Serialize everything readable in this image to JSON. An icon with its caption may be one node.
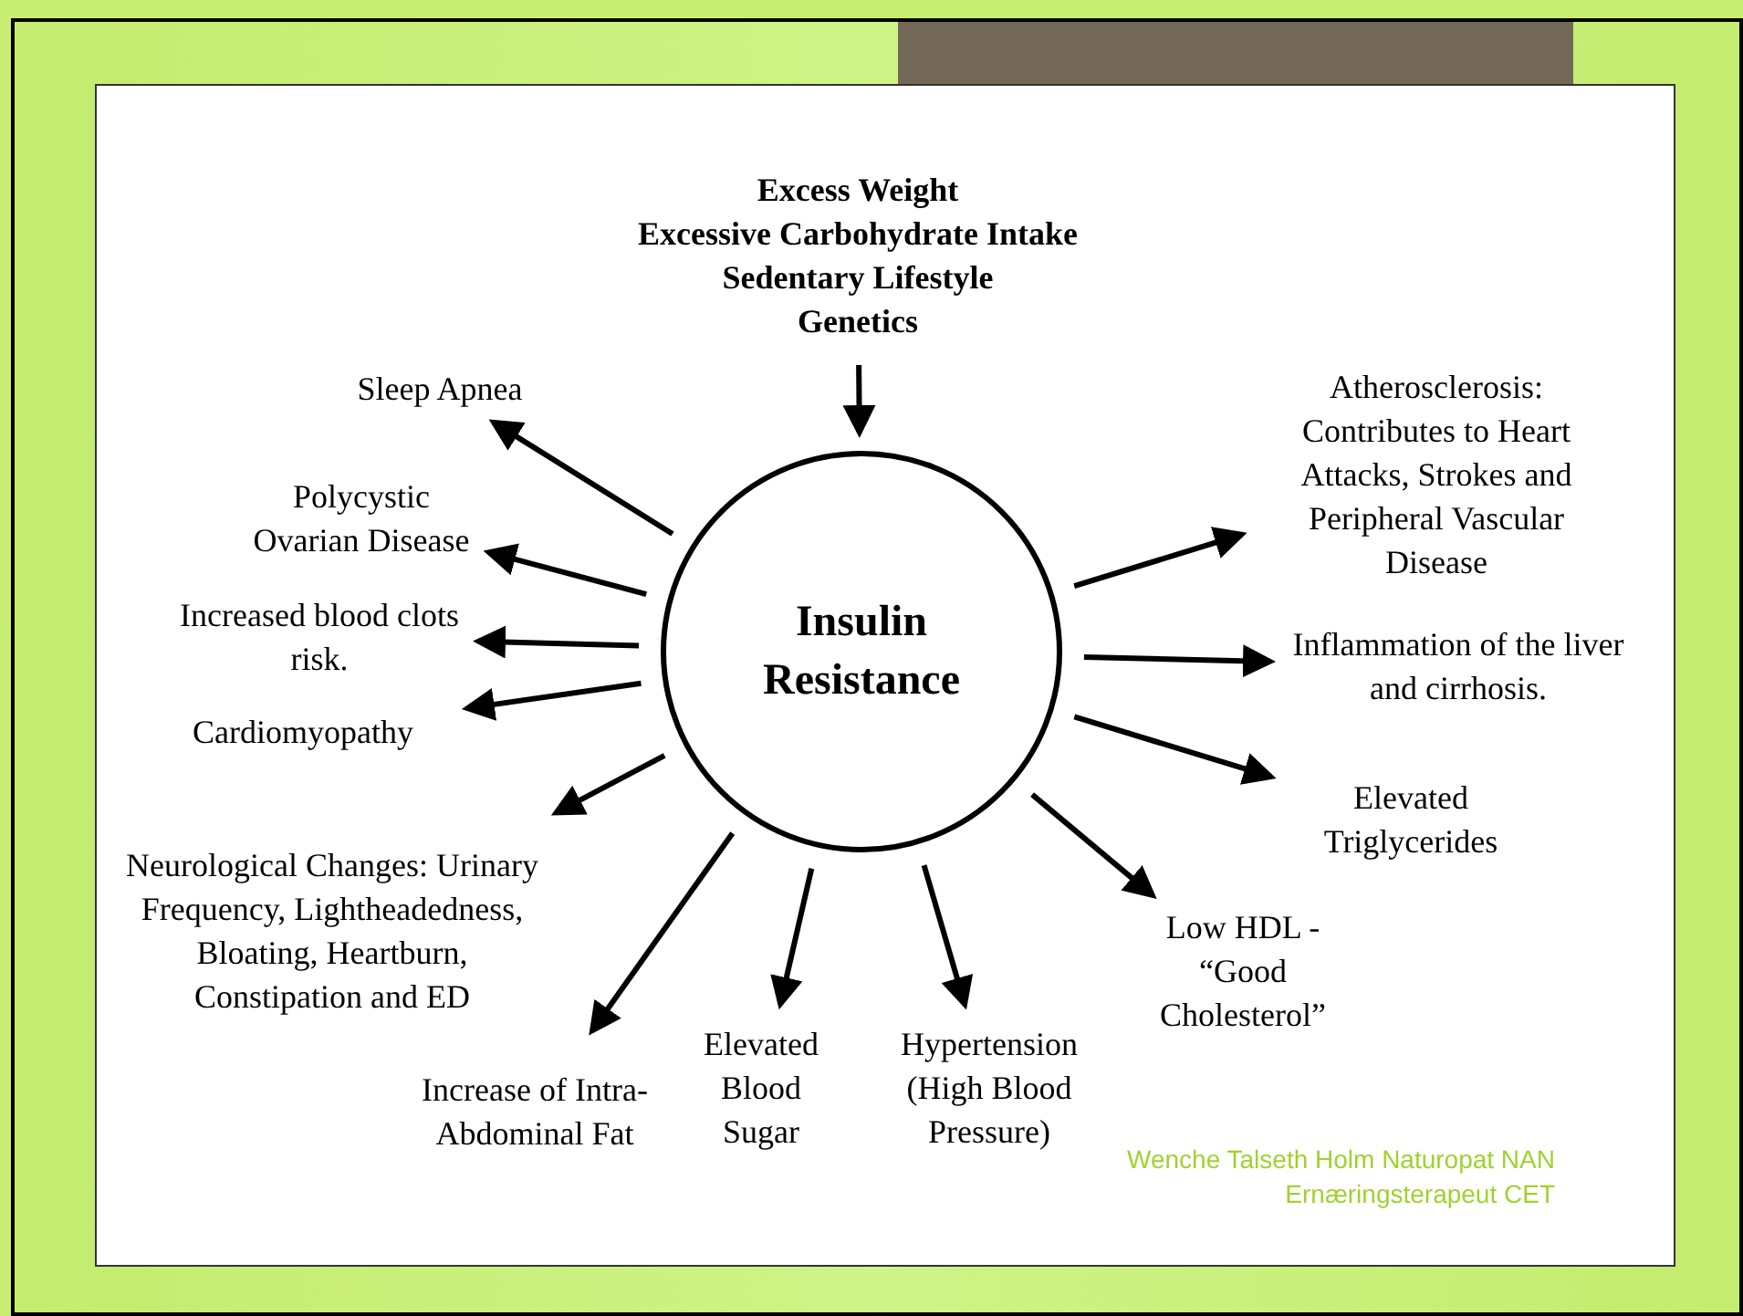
{
  "diagram": {
    "nodes": [
      {
        "text": [
          "Excess Weight",
          "Excessive Carbohydrate Intake",
          "Sedentary Lifestyle",
          "Genetics"
        ]
      },
      {
        "text": [
          "Insulin Resistance"
        ]
      },
      {
        "text": [
          "Sleep Apnea"
        ]
      },
      {
        "text": [
          "Polycystic Ovarian Disease"
        ]
      },
      {
        "text": [
          "Increased blood clots risk."
        ]
      },
      {
        "text": [
          "Cardiomyopathy"
        ]
      },
      {
        "text": [
          "Neurological Changes: Urinary Frequency, Lightheadedness, Bloating, Heartburn, Constipation and ED"
        ]
      },
      {
        "text": [
          "Increase of Intra-Abdominal Fat"
        ]
      },
      {
        "text": [
          "Elevated Blood Sugar"
        ]
      },
      {
        "text": [
          "Hypertension (High Blood Pressure)"
        ]
      },
      {
        "text": [
          "Low HDL - “Good Cholesterol”"
        ]
      },
      {
        "text": [
          "Elevated Triglycerides"
        ]
      },
      {
        "text": [
          "Inflammation of the liver and cirrhosis."
        ]
      },
      {
        "text": [
          "Atherosclerosis: Contributes to Heart Attacks, Strokes and Peripheral Vascular Disease"
        ]
      }
    ],
    "edges": [
      {
        "from": 0,
        "to": 1,
        "arrow": "to"
      },
      {
        "from": 1,
        "to": 2,
        "arrow": "to"
      },
      {
        "from": 1,
        "to": 3,
        "arrow": "to"
      },
      {
        "from": 1,
        "to": 4,
        "arrow": "to"
      },
      {
        "from": 1,
        "to": 5,
        "arrow": "to"
      },
      {
        "from": 1,
        "to": 6,
        "arrow": "to"
      },
      {
        "from": 1,
        "to": 7,
        "arrow": "to"
      },
      {
        "from": 1,
        "to": 8,
        "arrow": "to"
      },
      {
        "from": 1,
        "to": 9,
        "arrow": "to"
      },
      {
        "from": 1,
        "to": 10,
        "arrow": "to"
      },
      {
        "from": 1,
        "to": 11,
        "arrow": "to"
      },
      {
        "from": 1,
        "to": 12,
        "arrow": "to"
      },
      {
        "from": 1,
        "to": 13,
        "arrow": "to"
      }
    ],
    "labels": [
      "Wenche Talseth Holm Naturopat NAN",
      "Ernæringsterapeut CET"
    ]
  }
}
